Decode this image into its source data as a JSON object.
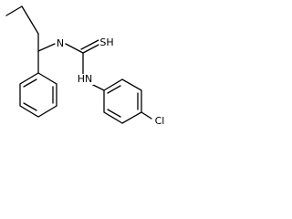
{
  "molecule": {
    "atoms": {
      "imine_n": "N",
      "thione_s": "S",
      "thione_h": "H",
      "amine_n": "N",
      "amine_h": "H",
      "chlorine": "Cl"
    }
  }
}
